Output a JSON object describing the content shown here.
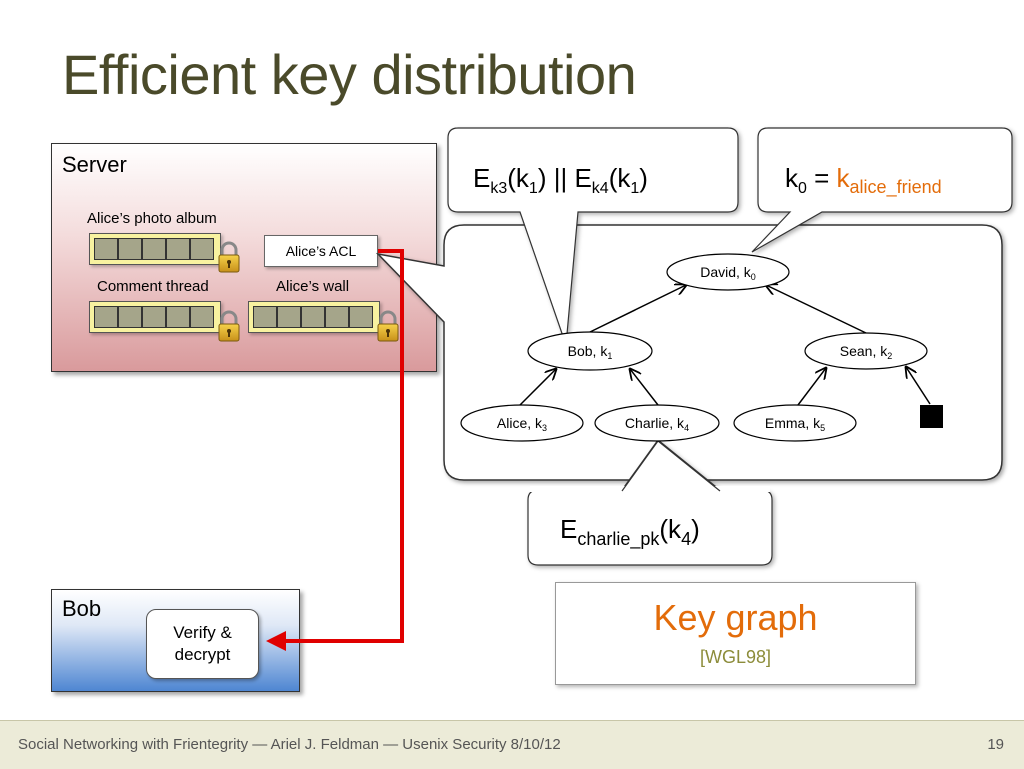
{
  "slide": {
    "title": "Efficient key distribution",
    "footer": "Social Networking with Frientegrity — Ariel J. Feldman — Usenix Security 8/10/12",
    "page_number": "19"
  },
  "server": {
    "label": "Server",
    "photo_album": "Alice’s photo album",
    "comment_thread": "Comment thread",
    "wall": "Alice’s wall",
    "acl": "Alice’s ACL"
  },
  "bob": {
    "label": "Bob",
    "verify_line1": "Verify &",
    "verify_line2": "decrypt"
  },
  "key_graph": {
    "title": "Key graph",
    "reference": "[WGL98]"
  },
  "callouts": {
    "top_left": {
      "E1": "E",
      "s1": "k3",
      "p1": "(k",
      "s2": "1",
      "p2": ") || E",
      "s3": "k4",
      "p3": "(k",
      "s4": "1",
      "p4": ")"
    },
    "top_right": {
      "k": "k",
      "s0": "0",
      "eq": " = ",
      "k2": "k",
      "s1": "alice_friend"
    },
    "bottom": {
      "E": "E",
      "s": "charlie_pk",
      "p": "(k",
      "s2": "4",
      "p2": ")"
    }
  },
  "nodes": {
    "david": {
      "name": "David, k",
      "sub": "0"
    },
    "bob": {
      "name": "Bob, k",
      "sub": "1"
    },
    "sean": {
      "name": "Sean, k",
      "sub": "2"
    },
    "alice": {
      "name": "Alice, k",
      "sub": "3"
    },
    "charlie": {
      "name": "Charlie, k",
      "sub": "4"
    },
    "emma": {
      "name": "Emma, k",
      "sub": "5"
    }
  },
  "colors": {
    "accent_orange": "#e36c0a",
    "arrow_red": "#e00000",
    "title_olive": "#4a4a2a"
  }
}
